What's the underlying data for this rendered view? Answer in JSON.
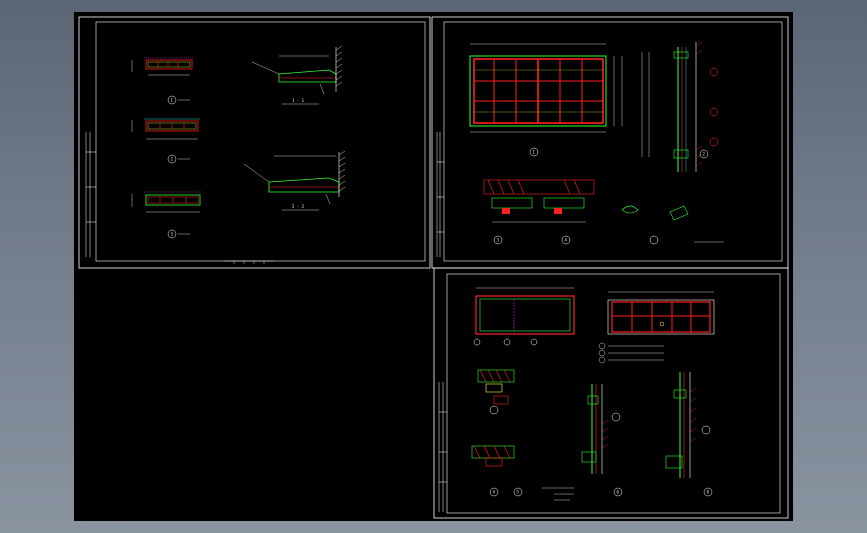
{
  "sheets": [
    {
      "id": "sheet-1-sections"
    },
    {
      "id": "sheet-2-window-elevation"
    },
    {
      "id": "sheet-3-window-details"
    }
  ],
  "labels": {
    "s1_mark_1": "1",
    "s1_mark_2": "2",
    "s1_mark_3": "3",
    "s1_sec_11": "1 - 1",
    "s1_sec_22": "2 - 2",
    "s2_mark_1": "1",
    "s2_mark_2": "2",
    "s2_mark_3": "3",
    "s2_mark_4": "4",
    "s3_mark_1": "1",
    "s3_mark_2": "2",
    "s3_mark_3": "3",
    "s3_mark_4": "4",
    "s3_mark_5": "5",
    "s3_mark_6": "6",
    "s3_mark_7": "7",
    "s3_mark_8": "8"
  },
  "colors": {
    "frame": "#ffffff",
    "red": "#ff2020",
    "green": "#20ff20",
    "magenta": "#ff30ff",
    "cyan": "#30ffff",
    "yellow": "#ffff40",
    "background": "#000000"
  }
}
